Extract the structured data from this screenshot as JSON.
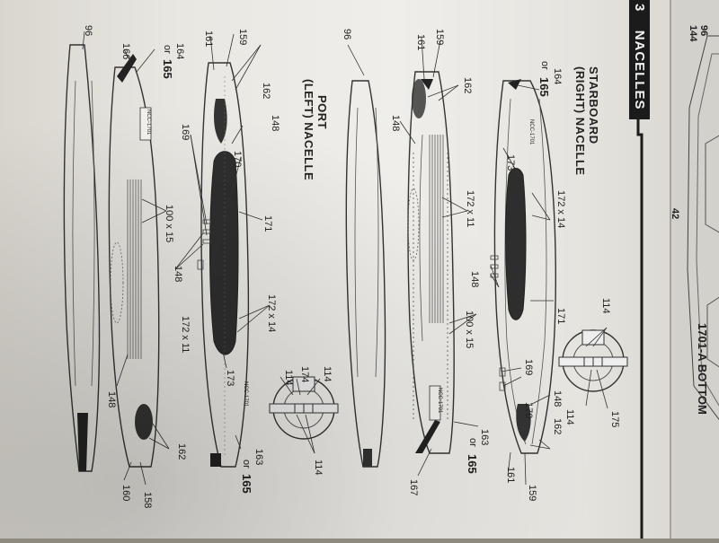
{
  "header": {
    "step_number": "3",
    "step_title": "NACELLES"
  },
  "views": {
    "starboard": {
      "title_line1": "STARBOARD",
      "title_line2": "(RIGHT) NACELLE"
    },
    "port": {
      "title_line1": "PORT",
      "title_line2": "(LEFT) NACELLE"
    }
  },
  "registry": {
    "text": "NCC-1701"
  },
  "right_panel": {
    "text_top_a": "96",
    "text_top_b": "144",
    "text_mid": "42",
    "text_bottom": "1701-A BOTTOM"
  },
  "callouts": {
    "starboard": {
      "c96": "96",
      "c161": "161",
      "c159_top": "159",
      "c162_top": "162",
      "c148_top": "148",
      "c172x11": "172 x 11",
      "c148_mid": "148",
      "c100x15": "100 x 15",
      "c169": "169",
      "c170": "170",
      "c148_low": "148",
      "c162_low": "162",
      "c161_low": "161",
      "c159_low": "159",
      "c164": "164",
      "c164_or": "or",
      "c165_top": "165",
      "c173": "173",
      "c172x14": "172 x 14",
      "c171": "171",
      "c163": "163",
      "c163_or": "or",
      "c165_low": "165",
      "c167": "167",
      "c114_a": "114",
      "c114_b": "114",
      "c175": "175"
    },
    "port": {
      "c96": "96",
      "c166": "166",
      "c164": "164",
      "c164_or": "or",
      "c165_top": "165",
      "c161": "161",
      "c159": "159",
      "c162_top": "162",
      "c148_top": "148",
      "c169": "169",
      "c170": "170",
      "c100x15": "100 x 15",
      "c171": "171",
      "c148_mid": "148",
      "c172x14": "172 x 14",
      "c172x11": "172 x 11",
      "c173": "173",
      "c148_low": "148",
      "c162_low": "162",
      "c160": "160",
      "c158": "158",
      "c163": "163",
      "c163_or": "or",
      "c165_low": "165",
      "c114_a": "114",
      "c174": "174",
      "c114_b": "114",
      "c114_c": "114"
    }
  }
}
